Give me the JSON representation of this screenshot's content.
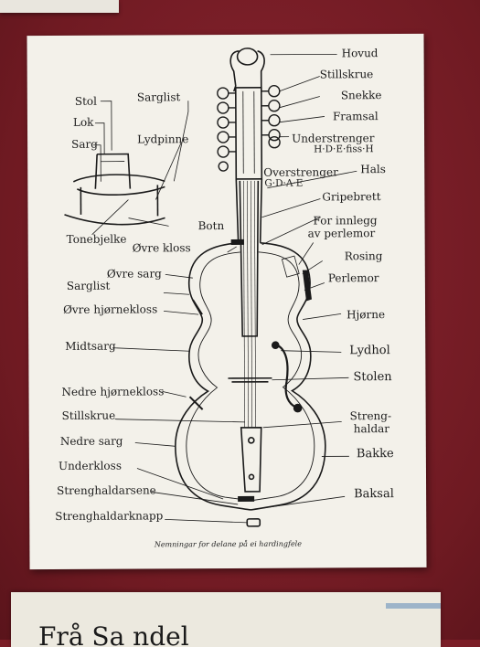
{
  "card": {
    "caption": "Nemningar for delane på ei hardingfele",
    "labels": {
      "hovud": "Hovud",
      "stillskrue_top": "Stillskrue",
      "snekke": "Snekke",
      "framsal": "Framsal",
      "understrenger": "Understrenger",
      "understrenger_notes": "H·D·E·fiss·H",
      "overstrenger": "Overstrenger",
      "overstrenger_notes": "G·D·A·E",
      "hals": "Hals",
      "gripebrett": "Gripebrett",
      "for_innlegg": "For innlegg",
      "av_perlemor": "av perlemor",
      "rosing": "Rosing",
      "perlemor": "Perlemor",
      "hjorne": "Hjørne",
      "lydhol": "Lydhol",
      "stolen": "Stolen",
      "streng": "Streng-",
      "haldar": "haldar",
      "bakke": "Bakke",
      "baksal": "Baksal",
      "stol": "Stol",
      "sarglist_top": "Sarglist",
      "lok": "Lok",
      "sarg": "Sarg",
      "lydpinne": "Lydpinne",
      "botn": "Botn",
      "tonebjelke": "Tonebjelke",
      "ovre_kloss": "Øvre kloss",
      "ovre_sarg": "Øvre sarg",
      "sarglist": "Sarglist",
      "ovre_hjornekloss": "Øvre hjørnekloss",
      "midtsarg": "Midtsarg",
      "nedre_hjornekloss": "Nedre hjørnekloss",
      "stillskrue": "Stillskrue",
      "nedre_sarg": "Nedre sarg",
      "underkloss": "Underkloss",
      "strenghaldarsene": "Strenghaldarsene",
      "strenghaldarknapp": "Strenghaldarknapp"
    }
  },
  "bottom_card": {
    "text": "Frå Sa ndel"
  }
}
